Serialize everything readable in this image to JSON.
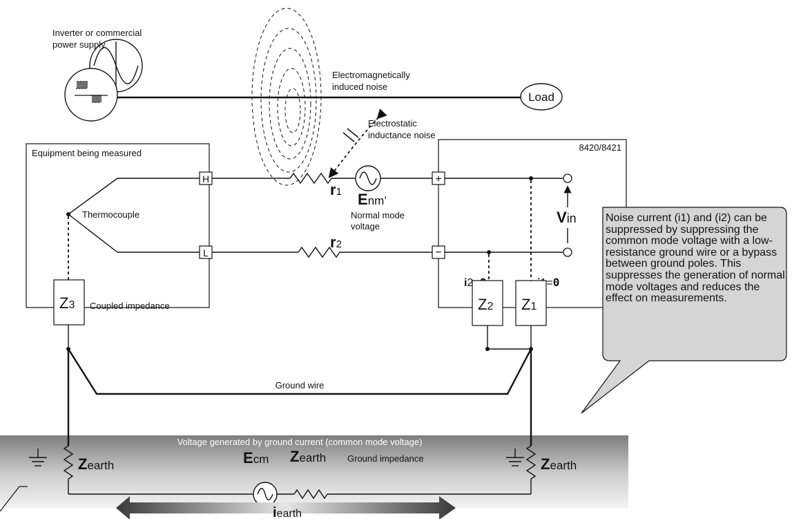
{
  "labels": {
    "power_supply_line1": "Inverter or commercial",
    "power_supply_line2": "power supply",
    "em_noise_line1": "Electromagnetically",
    "em_noise_line2": "induced noise",
    "load": "Load",
    "es_noise_line1": "Electrostatic",
    "es_noise_line2": "inductance noise",
    "equipment": "Equipment being measured",
    "instrument": "8420/8421",
    "terminal_h": "H",
    "terminal_l": "L",
    "thermocouple": "Thermocouple",
    "r1_main": "r",
    "r1_sub": "1",
    "r2_main": "r",
    "r2_sub": "2",
    "enm_main": "E",
    "enm_sub": "nm’",
    "normal_mode_line1": "Normal mode",
    "normal_mode_line2": "voltage",
    "vin_main": "V",
    "vin_sub": "in",
    "plus": "+",
    "minus": "−",
    "i2_main": "i",
    "i2_sub": "2=",
    "i2_val": "0",
    "i1_main": "i",
    "i1_sub": "1=",
    "i1_val": "0",
    "z3_main": "Z",
    "z3_sub": "3",
    "coupled_impedance": "Coupled impedance",
    "z2_main": "Z",
    "z2_sub": "2",
    "z1_main": "Z",
    "z1_sub": "1",
    "ground_wire": "Ground wire",
    "common_mode": "Voltage generated by ground current (common mode voltage)",
    "zearth_main": "Z",
    "zearth_sub": "earth",
    "ecm_main": "E",
    "ecm_sub": "cm",
    "ground_impedance": "Ground impedance",
    "iearth_main": "i",
    "iearth_sub": "earth"
  },
  "callout_text": "Noise current (i1) and (i2) can be suppressed by suppressing the common mode voltage with a low-resistance ground wire or a bypass between ground poles.  This suppresses the generation of normal mode voltages and reduces the effect on measurements."
}
